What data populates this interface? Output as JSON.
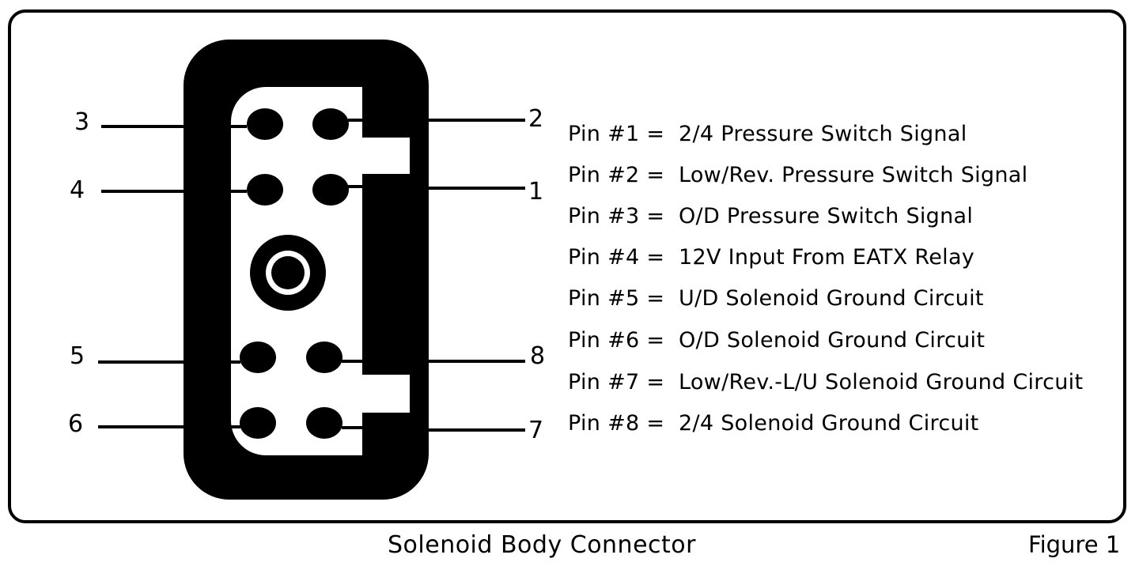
{
  "pin_numbers": {
    "p1": "1",
    "p2": "2",
    "p3": "3",
    "p4": "4",
    "p5": "5",
    "p6": "6",
    "p7": "7",
    "p8": "8"
  },
  "legend": [
    {
      "key": "Pin #1 =",
      "desc": "2/4 Pressure Switch Signal"
    },
    {
      "key": "Pin #2 =",
      "desc": "Low/Rev. Pressure Switch Signal"
    },
    {
      "key": "Pin #3 =",
      "desc": "O/D Pressure Switch Signal"
    },
    {
      "key": "Pin #4 =",
      "desc": "12V Input From EATX Relay"
    },
    {
      "key": "Pin #5 =",
      "desc": "U/D Solenoid Ground Circuit"
    },
    {
      "key": "Pin #6 =",
      "desc": "O/D Solenoid Ground Circuit"
    },
    {
      "key": "Pin #7 =",
      "desc": "Low/Rev.-L/U Solenoid Ground Circuit"
    },
    {
      "key": "Pin #8 =",
      "desc": "2/4 Solenoid Ground Circuit"
    }
  ],
  "caption": "Solenoid Body Connector",
  "figure_label": "Figure 1",
  "colors": {
    "ink": "#000000",
    "paper": "#ffffff"
  }
}
